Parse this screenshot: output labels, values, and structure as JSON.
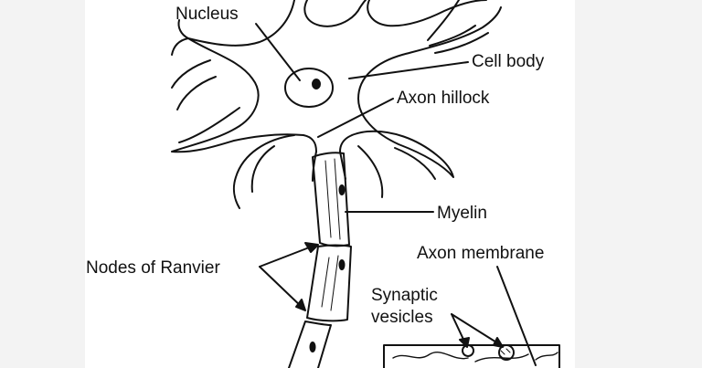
{
  "labels": {
    "nucleus": "Nucleus",
    "cell_body": "Cell body",
    "axon_hillock": "Axon hillock",
    "myelin": "Myelin",
    "axon_membrane": "Axon membrane",
    "nodes_of_ranvier": "Nodes of Ranvier",
    "synaptic": "Synaptic",
    "vesicles": "vesicles"
  },
  "colors": {
    "ink": "#111111",
    "paper": "#ffffff",
    "margin": "#f3f3f3"
  }
}
